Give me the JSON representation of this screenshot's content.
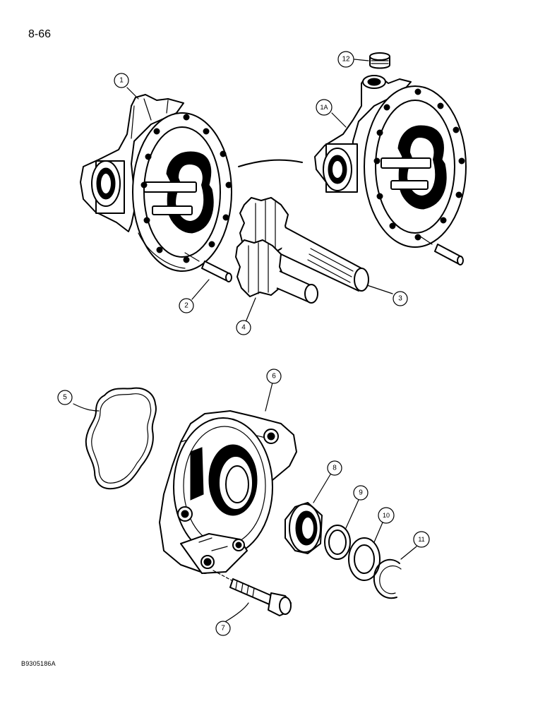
{
  "page": {
    "number": "8-66",
    "figure_id": "B9305186A"
  },
  "callouts": {
    "c1": "1",
    "c1a": "1A",
    "c2": "2",
    "c3": "3",
    "c4": "4",
    "c5": "5",
    "c6": "6",
    "c7": "7",
    "c8": "8",
    "c9": "9",
    "c10": "10",
    "c11": "11",
    "c12": "12"
  }
}
